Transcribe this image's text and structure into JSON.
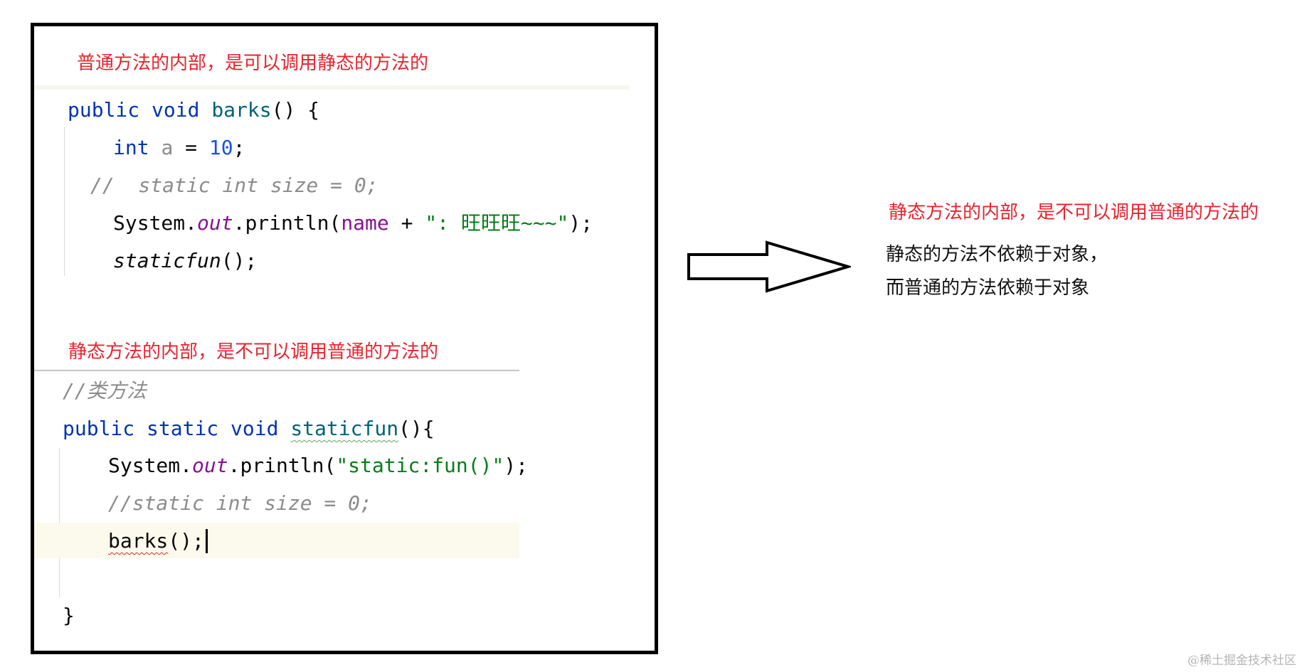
{
  "top_panel": {
    "note": "普通方法的内部，是可以调用静态的方法的",
    "code": {
      "line1": {
        "kw1": "public",
        "kw2": "void",
        "fn": "barks",
        "rest": "() {"
      },
      "line2": {
        "kw": "int",
        "var": "a",
        "eq": " = ",
        "num": "10",
        "semi": ";"
      },
      "line3": {
        "comment": "//  static int size = 0;"
      },
      "line4": {
        "obj": "System.",
        "field": "out",
        "call": ".println(",
        "var": "name",
        "plus": " + ",
        "str": "\": 旺旺旺~~~\"",
        "end": ");"
      },
      "line5": {
        "fn": "staticfun",
        "end": "();"
      }
    }
  },
  "bottom_panel": {
    "note": "静态方法的内部，是不可以调用普通的方法的",
    "code": {
      "line1": {
        "comment": "//类方法"
      },
      "line2": {
        "kw1": "public",
        "kw2": "static",
        "kw3": "void",
        "fn": "staticfun",
        "rest": "(){"
      },
      "line3": {
        "obj": "System.",
        "field": "out",
        "call": ".println(",
        "str": "\"static:fun()\"",
        "end": ");"
      },
      "line4": {
        "comment": "//static int size = 0;"
      },
      "line5": {
        "fn": "barks",
        "end": "();"
      },
      "line6": {
        "brace": "}"
      }
    }
  },
  "right_panel": {
    "title": "静态方法的内部，是不可以调用普通的方法的",
    "line1": "静态的方法不依赖于对象，",
    "line2": "而普通的方法依赖于对象"
  },
  "watermark": "@稀土掘金技术社区",
  "colors": {
    "note_red": "#e8232f",
    "keyword": "#0033b3",
    "function": "#00627a",
    "number": "#1750eb",
    "field": "#871094",
    "string": "#067d17",
    "comment": "#8c8c8c"
  }
}
